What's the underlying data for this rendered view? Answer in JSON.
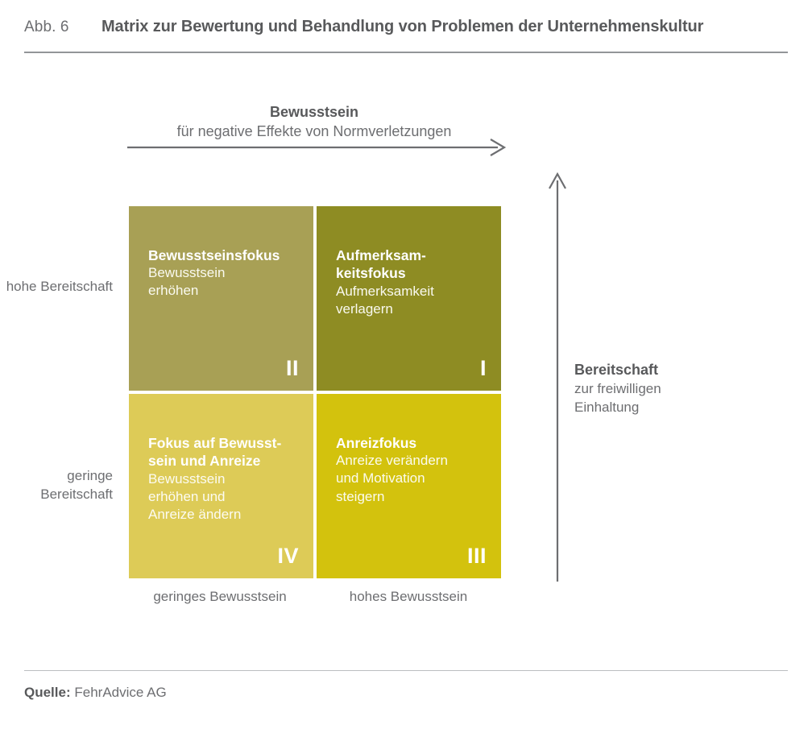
{
  "header": {
    "figure_number": "Abb. 6",
    "title": "Matrix zur Bewertung und Behandlung von Problemen der Unternehmenskultur"
  },
  "top_axis": {
    "title": "Bewusstsein",
    "subtitle": "für negative Effekte von Normverletzungen",
    "arrow_icon": "arrow-right-icon"
  },
  "right_axis": {
    "title": "Bereitschaft",
    "subtitle_line1": "zur freiwilligen",
    "subtitle_line2": "Einhaltung",
    "arrow_icon": "arrow-up-icon"
  },
  "row_labels": {
    "high": "hohe\nBereitschaft",
    "low": "geringe\nBereitschaft"
  },
  "col_labels": {
    "left": "geringes\nBewusstsein",
    "right": "hohes\nBewusstsein"
  },
  "chart_data": {
    "type": "table",
    "title": "Matrix zur Bewertung und Behandlung von Problemen der Unternehmenskultur",
    "xlabel": "Bewusstsein für negative Effekte von Normverletzungen",
    "ylabel": "Bereitschaft zur freiwilligen Einhaltung",
    "x_categories": [
      "geringes Bewusstsein",
      "hohes Bewusstsein"
    ],
    "y_categories": [
      "hohe Bereitschaft",
      "geringe Bereitschaft"
    ],
    "grid": false,
    "legend": "none",
    "quadrants": [
      {
        "roman": "II",
        "title": "Bewusstseinsfokus",
        "description": "Bewusstsein\nerhöhen",
        "row": "hohe Bereitschaft",
        "column": "geringes Bewusstsein",
        "color": "#a8a055"
      },
      {
        "roman": "I",
        "title": "Aufmerksam-\nkeitsfokus",
        "description": "Aufmerksamkeit\nverlagern",
        "row": "hohe Bereitschaft",
        "column": "hohes Bewusstsein",
        "color": "#8e8c23"
      },
      {
        "roman": "IV",
        "title": "Fokus auf Bewusst-\nsein und Anreize",
        "description": "Bewusstsein\nerhöhen und\nAnreize ändern",
        "row": "geringe Bereitschaft",
        "column": "geringes Bewusstsein",
        "color": "#ddcb57"
      },
      {
        "roman": "III",
        "title": "Anreizfokus",
        "description": "Anreize verändern\nund Motivation\nsteigern",
        "row": "geringe Bereitschaft",
        "column": "hohes Bewusstsein",
        "color": "#d3c20d"
      }
    ]
  },
  "footer": {
    "source_label": "Quelle:",
    "source_value": "FehrAdvice AG"
  }
}
